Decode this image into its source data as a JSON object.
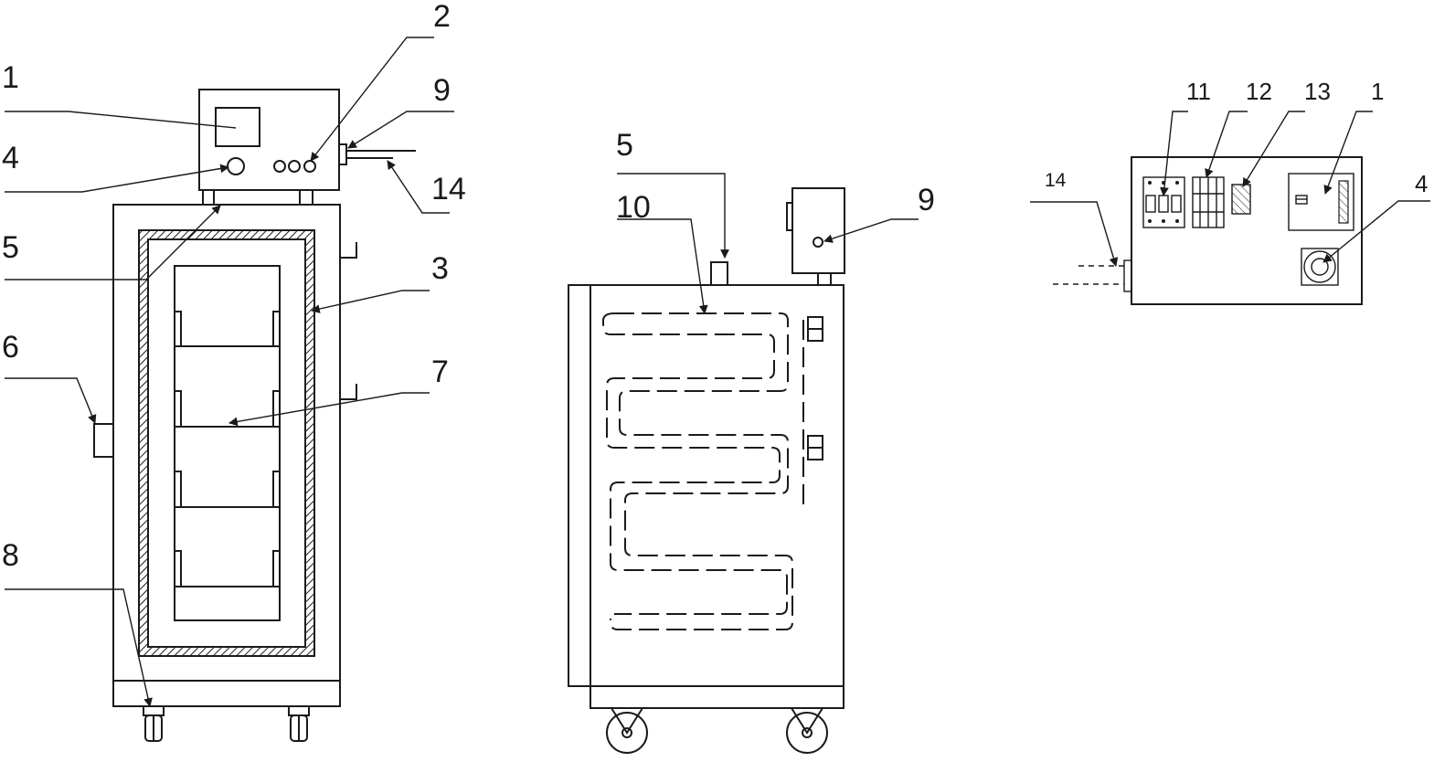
{
  "front_view": {
    "labels": {
      "l1": "1",
      "l2": "2",
      "l4": "4",
      "l9": "9",
      "l14": "14",
      "l5": "5",
      "l3": "3",
      "l6": "6",
      "l7": "7",
      "l8": "8"
    }
  },
  "side_view": {
    "labels": {
      "l5": "5",
      "l10": "10",
      "l9": "9"
    }
  },
  "panel_view": {
    "labels": {
      "l11": "11",
      "l12": "12",
      "l13": "13",
      "l1": "1",
      "l14": "14",
      "l4": "4"
    }
  },
  "colors": {
    "line": "#1a1a1a",
    "background": "#ffffff"
  }
}
